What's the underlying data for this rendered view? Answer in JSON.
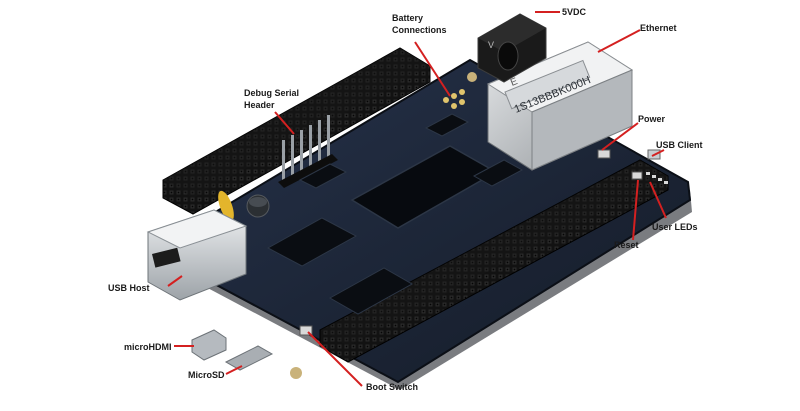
{
  "labels": {
    "vdc": "5VDC",
    "battery_1": "Battery",
    "battery_2": "Connections",
    "ethernet": "Ethernet",
    "debug_1": "Debug Serial",
    "debug_2": "Header",
    "power": "Power",
    "usb_client": "USB Client",
    "user_leds": "User LEDs",
    "reset": "Reset",
    "usb_host": "USB Host",
    "microhdmi": "microHDMI",
    "microsd": "MicroSD",
    "boot_switch": "Boot Switch"
  },
  "board_text": {
    "ethernet_code": "1S13BBBK000H",
    "ethernet_mark": "E",
    "barrel_mark": "V"
  },
  "colors": {
    "pcb": "#1c2636",
    "pcb_dark": "#111720",
    "header": "#141414",
    "metal": "#b9bcbf",
    "callout": "#d42020",
    "usb_steel": "#c7ccd1"
  }
}
